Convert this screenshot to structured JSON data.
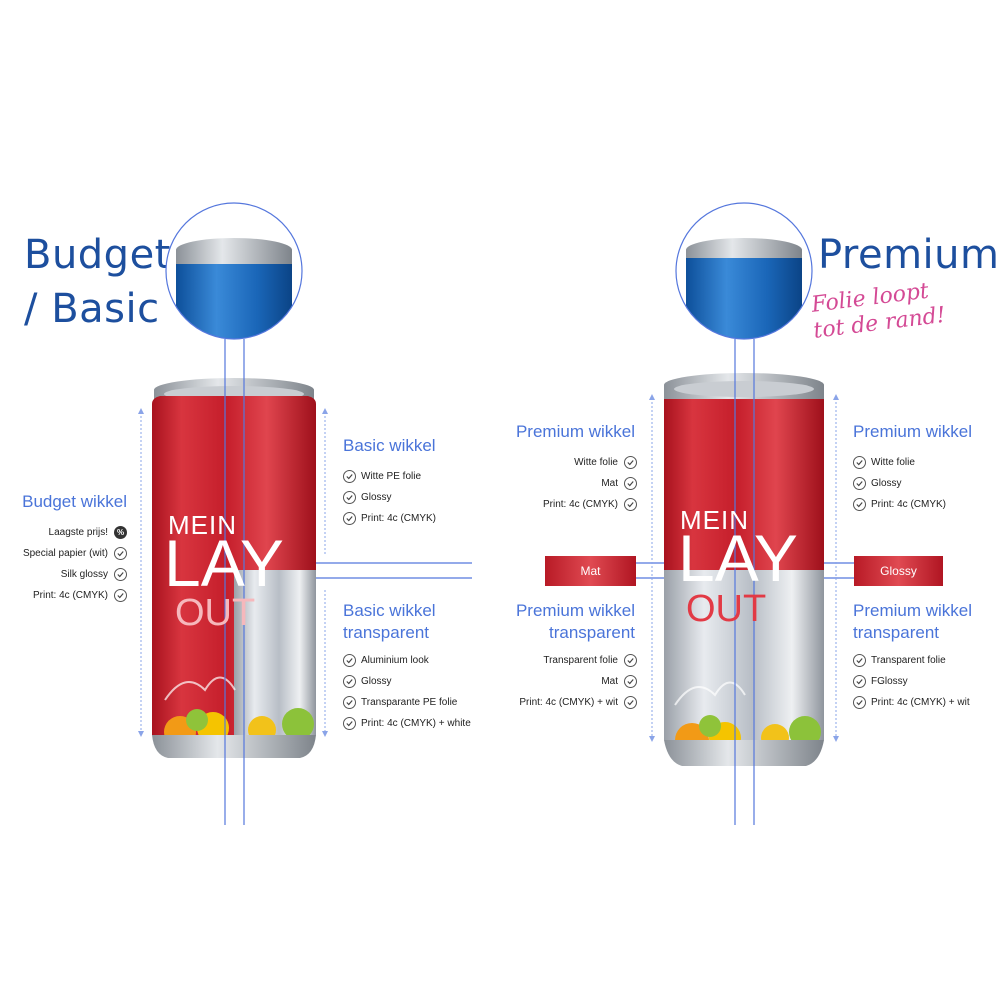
{
  "left": {
    "title": [
      "Budget",
      "/ Basic"
    ],
    "budget": {
      "heading": "Budget wikkel",
      "items": [
        {
          "text": "Laagste prijs!",
          "icon": "percent-icon"
        },
        {
          "text": "Special papier (wit)",
          "icon": "check-circle-icon"
        },
        {
          "text": "Silk glossy",
          "icon": "check-circle-icon"
        },
        {
          "text": "Print: 4c (CMYK)",
          "icon": "check-circle-icon"
        }
      ]
    },
    "basic": {
      "heading": "Basic wikkel",
      "items": [
        "Witte PE folie",
        "Glossy",
        "Print: 4c (CMYK)"
      ]
    },
    "basic_transparent": {
      "heading": [
        "Basic wikkel",
        "transparent"
      ],
      "items": [
        "Aluminium look",
        "Glossy",
        "Transparante PE folie",
        "Print: 4c (CMYK) + white"
      ]
    }
  },
  "right": {
    "title": "Premium",
    "script": [
      "Folie loopt",
      "tot de rand!"
    ],
    "premium_left": {
      "heading": "Premium wikkel",
      "items": [
        "Witte folie",
        "Mat",
        "Print: 4c (CMYK)"
      ]
    },
    "premium_right": {
      "heading": "Premium wikkel",
      "items": [
        "Witte folie",
        "Glossy",
        "Print: 4c (CMYK)"
      ]
    },
    "transparent_left": {
      "heading": [
        "Premium wikkel",
        "transparent"
      ],
      "items": [
        "Transparent folie",
        "Mat",
        "Print: 4c (CMYK) + wit"
      ]
    },
    "transparent_right": {
      "heading": [
        "Premium wikkel",
        "transparent"
      ],
      "items": [
        "Transparent folie",
        "FGlossy",
        "Print: 4c (CMYK) + wit"
      ]
    },
    "tags": {
      "mat": "Mat",
      "glossy": "Glossy"
    }
  },
  "can_print": {
    "line1": "MEIN",
    "line2": "LAY",
    "line3": "OUT"
  },
  "colors": {
    "accent_blue": "#4a74d9",
    "title_blue": "#1d4f9e",
    "script_pink": "#d44a95",
    "can_red": "#c8202e",
    "guide_line": "#5577dd"
  }
}
